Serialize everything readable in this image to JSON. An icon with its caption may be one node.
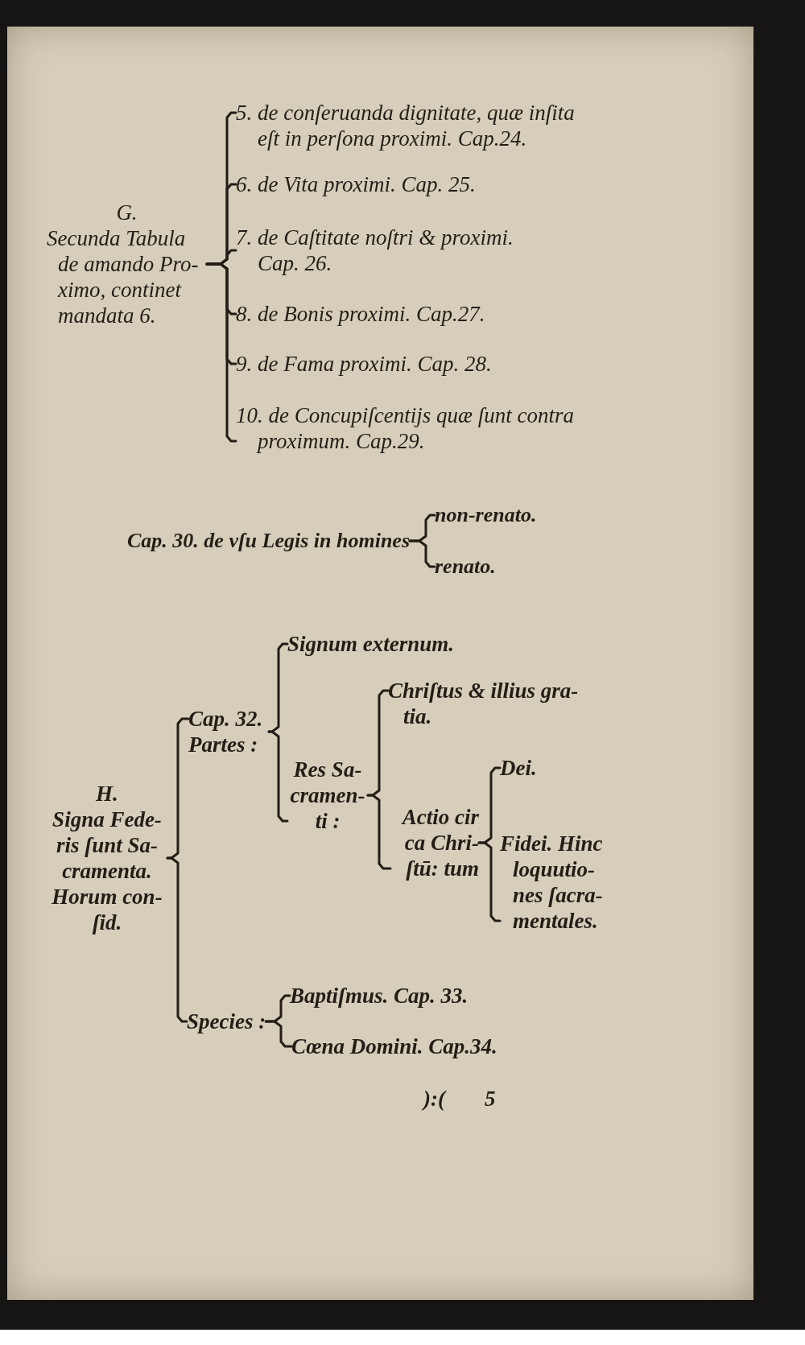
{
  "diagram": {
    "nodes": [
      {
        "text": [
          "G.",
          "Secunda Tabula de amando Pro- ximo, continet mandata 6."
        ]
      },
      {
        "text": [
          "5. de conſeruanda dignitate, quæ inſita eſt in perſona proximi. Cap.24."
        ]
      },
      {
        "text": [
          "6. de Vita proximi. Cap. 25."
        ]
      },
      {
        "text": [
          "7. de Caſtitate noſtri & proximi. Cap. 26."
        ]
      },
      {
        "text": [
          "8. de Bonis proximi. Cap.27."
        ]
      },
      {
        "text": [
          "9. de Fama proximi. Cap. 28."
        ]
      },
      {
        "text": [
          "10. de Concupiſcentijs quæ ſunt contra proximum. Cap.29."
        ]
      },
      {
        "text": [
          "Cap. 30. de vſu Legis in homines"
        ]
      },
      {
        "text": [
          "non-renato."
        ]
      },
      {
        "text": [
          "renato."
        ]
      },
      {
        "text": [
          "H.",
          "Signa Fede- ris ſunt Sa- cramenta. Horum con- ſid."
        ]
      },
      {
        "text": [
          "Cap. 32. Partes :"
        ]
      },
      {
        "text": [
          "Signum externum."
        ]
      },
      {
        "text": [
          "Res Sa- cramen- ti :"
        ]
      },
      {
        "text": [
          "Chriſtus & illius gra- tia."
        ]
      },
      {
        "text": [
          "Actio cir ca Chri- ſtū: tum"
        ]
      },
      {
        "text": [
          "Dei."
        ]
      },
      {
        "text": [
          "Fidei. Hinc loquutio- nes ſacra- mentales."
        ]
      },
      {
        "text": [
          "Species :"
        ]
      },
      {
        "text": [
          "Baptiſmus. Cap. 33."
        ]
      },
      {
        "text": [
          "Cœna Domini. Cap.34."
        ]
      }
    ],
    "edges": [
      {
        "from": 0,
        "to": 1,
        "arrow": "none"
      },
      {
        "from": 0,
        "to": 2,
        "arrow": "none"
      },
      {
        "from": 0,
        "to": 3,
        "arrow": "none"
      },
      {
        "from": 0,
        "to": 4,
        "arrow": "none"
      },
      {
        "from": 0,
        "to": 5,
        "arrow": "none"
      },
      {
        "from": 0,
        "to": 6,
        "arrow": "none"
      },
      {
        "from": 7,
        "to": 8,
        "arrow": "none"
      },
      {
        "from": 7,
        "to": 9,
        "arrow": "none"
      },
      {
        "from": 10,
        "to": 11,
        "arrow": "none"
      },
      {
        "from": 10,
        "to": 18,
        "arrow": "none"
      },
      {
        "from": 11,
        "to": 12,
        "arrow": "none"
      },
      {
        "from": 11,
        "to": 13,
        "arrow": "none"
      },
      {
        "from": 13,
        "to": 14,
        "arrow": "none"
      },
      {
        "from": 13,
        "to": 15,
        "arrow": "none"
      },
      {
        "from": 15,
        "to": 16,
        "arrow": "none"
      },
      {
        "from": 15,
        "to": 17,
        "arrow": "none"
      },
      {
        "from": 18,
        "to": 19,
        "arrow": "none"
      },
      {
        "from": 18,
        "to": 20,
        "arrow": "none"
      }
    ],
    "labels": [
      "):(",
      "5"
    ]
  }
}
